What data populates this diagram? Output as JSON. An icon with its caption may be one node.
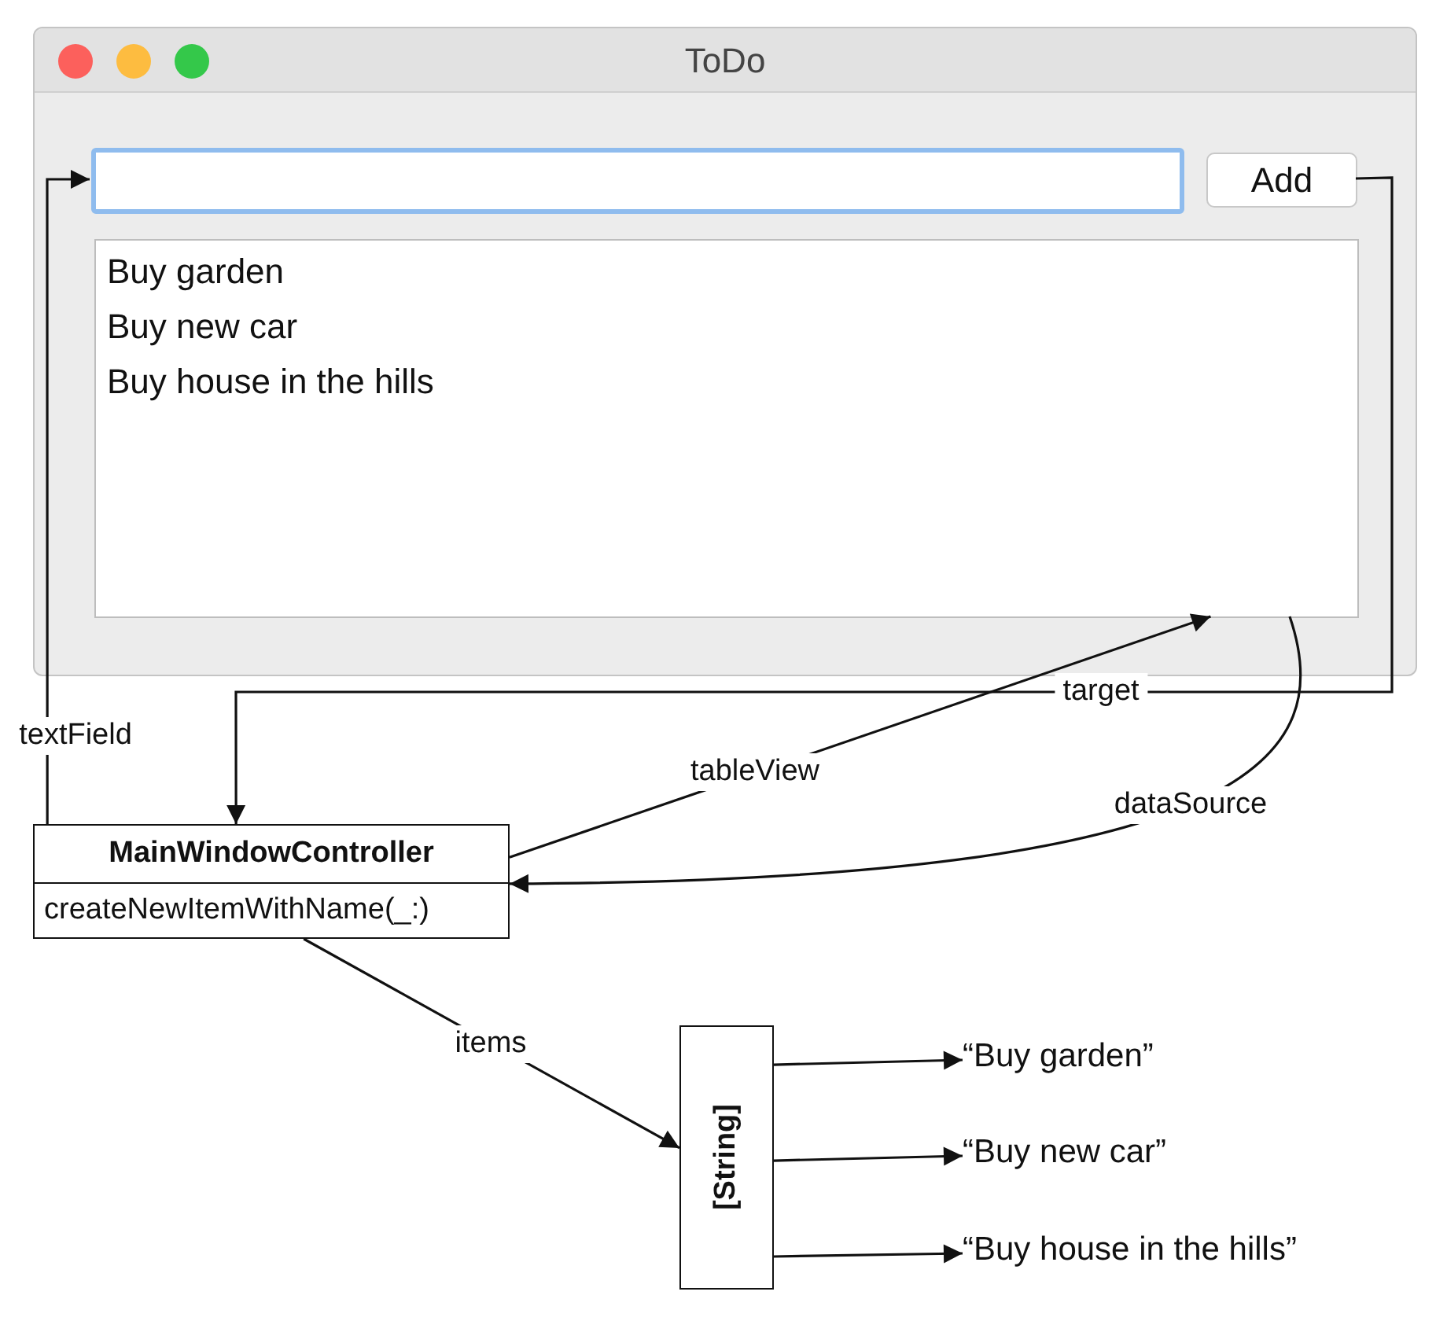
{
  "diagram": {
    "nodes": [
      {
        "text": [
          "ToDo"
        ]
      },
      {
        "text": [],
        "shape": "box",
        "in": 0
      },
      {
        "text": [
          "Add"
        ],
        "in": 0
      },
      {
        "text": [
          "Buy garden",
          "Buy new car",
          "Buy house in the hills"
        ],
        "in": 0
      },
      {
        "text": [
          "MainWindowController",
          "createNewItemWithName(_:)"
        ]
      },
      {
        "text": [
          "[String]"
        ]
      },
      {
        "text": [
          "“Buy garden”"
        ]
      },
      {
        "text": [
          "“Buy new car”"
        ]
      },
      {
        "text": [
          "“Buy house in the hills”"
        ]
      }
    ],
    "edges": [
      {
        "from": 4,
        "to": 1,
        "arrow": "to",
        "label": "textField"
      },
      {
        "from": 2,
        "to": 4,
        "arrow": "to",
        "label": "target"
      },
      {
        "from": 4,
        "to": 3,
        "arrow": "to",
        "label": "tableView"
      },
      {
        "from": 3,
        "to": 4,
        "arrow": "to",
        "label": "dataSource"
      },
      {
        "from": 4,
        "to": 5,
        "arrow": "to",
        "label": "items"
      },
      {
        "from": 5,
        "to": 6,
        "arrow": "to"
      },
      {
        "from": 5,
        "to": 7,
        "arrow": "to"
      },
      {
        "from": 5,
        "to": 8,
        "arrow": "to"
      }
    ]
  }
}
